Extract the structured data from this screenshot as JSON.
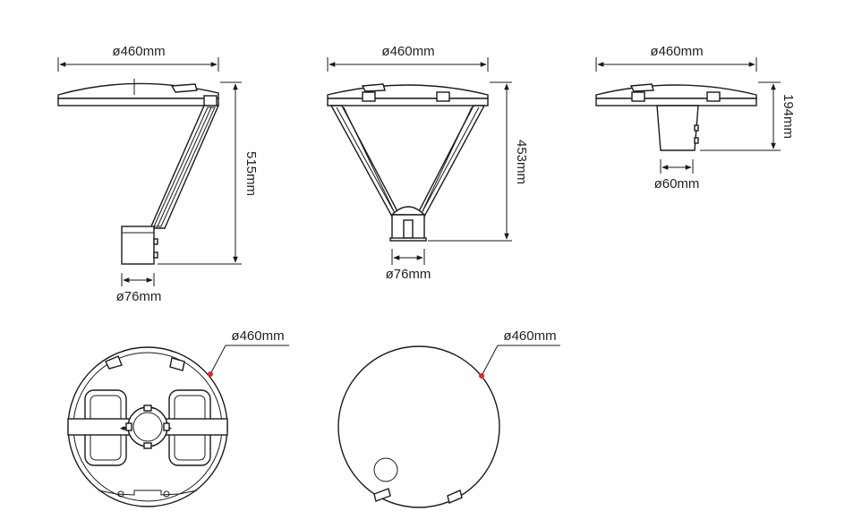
{
  "views": {
    "side": {
      "width_label": "ø460mm",
      "height_label": "515mm",
      "pole_label": "ø76mm"
    },
    "front": {
      "width_label": "ø460mm",
      "height_label": "453mm",
      "pole_label": "ø76mm"
    },
    "top_mount": {
      "width_label": "ø460mm",
      "height_label": "194mm",
      "pole_label": "ø60mm"
    },
    "bottom": {
      "diameter_label": "ø460mm"
    },
    "top": {
      "diameter_label": "ø460mm"
    }
  },
  "colors": {
    "line": "#1a1a1a",
    "marker": "#e0282e",
    "background": "#ffffff"
  }
}
